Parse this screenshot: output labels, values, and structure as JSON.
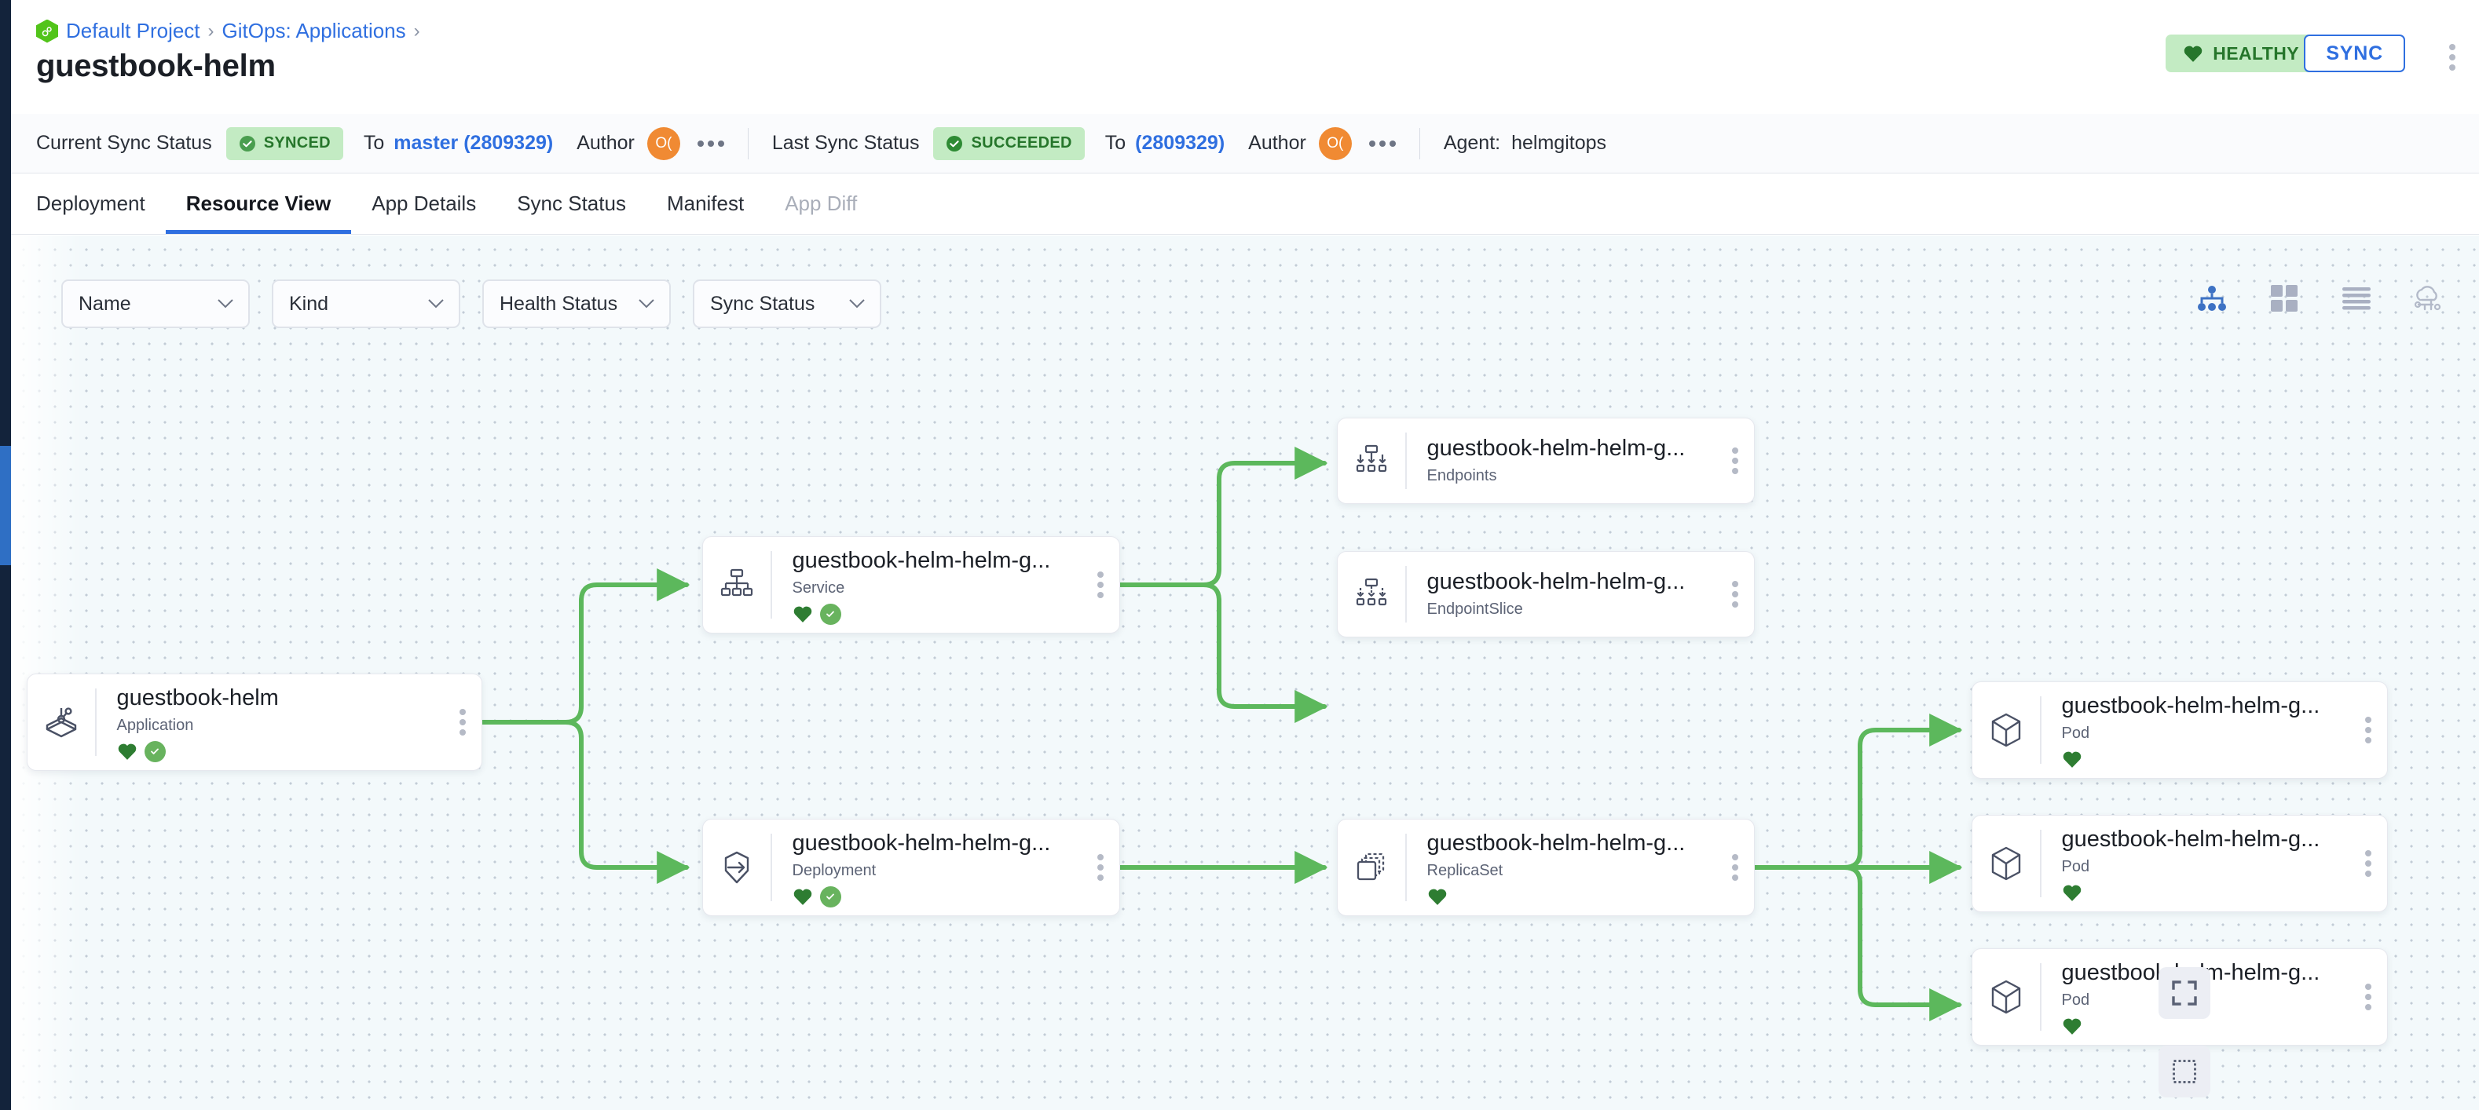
{
  "breadcrumb": {
    "logo_icon": "argo-logo-icon",
    "items": [
      {
        "label": "Default Project"
      },
      {
        "label": "GitOps: Applications"
      }
    ],
    "separator": "›"
  },
  "header": {
    "title": "guestbook-helm",
    "health_badge": {
      "label": "HEALTHY",
      "icon": "heart-icon",
      "bg": "#c3ebc3",
      "fg": "#26762b"
    },
    "sync_button": {
      "label": "SYNC",
      "accent": "#2f6fe0"
    },
    "overflow_icon": "kebab-vertical-icon"
  },
  "statusbar": {
    "current_label": "Current Sync Status",
    "current_chip": "SYNCED",
    "current_to_label": "To",
    "current_revision": "master (2809329)",
    "current_author_label": "Author",
    "current_author_initials": "O(",
    "last_label": "Last Sync Status",
    "last_chip": "SUCCEEDED",
    "last_to_label": "To",
    "last_revision": "(2809329)",
    "last_author_label": "Author",
    "last_author_initials": "O(",
    "agent_label": "Agent:",
    "agent_value": "helmgitops",
    "chip_bg": "#c3ebc3",
    "chip_fg": "#26762b",
    "link_color": "#2f6fe0"
  },
  "tabs": [
    {
      "label": "Deployment",
      "active": false,
      "disabled": false
    },
    {
      "label": "Resource View",
      "active": true,
      "disabled": false
    },
    {
      "label": "App Details",
      "active": false,
      "disabled": false
    },
    {
      "label": "Sync Status",
      "active": false,
      "disabled": false
    },
    {
      "label": "Manifest",
      "active": false,
      "disabled": false
    },
    {
      "label": "App Diff",
      "active": false,
      "disabled": true
    }
  ],
  "filters": [
    {
      "label": "Name",
      "icon": "chevron-down-icon"
    },
    {
      "label": "Kind",
      "icon": "chevron-down-icon"
    },
    {
      "label": "Health Status",
      "icon": "chevron-down-icon"
    },
    {
      "label": "Sync Status",
      "icon": "chevron-down-icon"
    }
  ],
  "view_toggles": [
    {
      "name": "tree-view-icon",
      "active": true
    },
    {
      "name": "grid-view-icon",
      "active": false
    },
    {
      "name": "list-view-icon",
      "active": false
    },
    {
      "name": "network-view-icon",
      "active": false
    }
  ],
  "canvas": {
    "background": "#f3f9fb",
    "edge_color": "#5cb85c",
    "fullscreen_button_icon": "fullscreen-icon",
    "select-region_button_icon": "dashed-square-icon"
  },
  "nodes": [
    {
      "id": "application",
      "icon": "application-icon",
      "title": "guestbook-helm",
      "kind": "Application",
      "healthy": true,
      "synced": true,
      "kebab": "kebab-vertical-icon"
    },
    {
      "id": "service",
      "icon": "service-icon",
      "title": "guestbook-helm-helm-g...",
      "kind": "Service",
      "healthy": true,
      "synced": true,
      "kebab": "kebab-vertical-icon"
    },
    {
      "id": "endpoints",
      "icon": "endpoints-icon",
      "title": "guestbook-helm-helm-g...",
      "kind": "Endpoints",
      "healthy": false,
      "synced": false,
      "kebab": "kebab-vertical-icon"
    },
    {
      "id": "endpointslice",
      "icon": "endpointslice-icon",
      "title": "guestbook-helm-helm-g...",
      "kind": "EndpointSlice",
      "healthy": false,
      "synced": false,
      "kebab": "kebab-vertical-icon"
    },
    {
      "id": "deployment",
      "icon": "deployment-icon",
      "title": "guestbook-helm-helm-g...",
      "kind": "Deployment",
      "healthy": true,
      "synced": true,
      "kebab": "kebab-vertical-icon"
    },
    {
      "id": "replicaset",
      "icon": "replicaset-icon",
      "title": "guestbook-helm-helm-g...",
      "kind": "ReplicaSet",
      "healthy": true,
      "synced": false,
      "kebab": "kebab-vertical-icon"
    },
    {
      "id": "pod-1",
      "icon": "pod-icon",
      "title": "guestbook-helm-helm-g...",
      "kind": "Pod",
      "healthy": true,
      "synced": false,
      "kebab": "kebab-vertical-icon"
    },
    {
      "id": "pod-2",
      "icon": "pod-icon",
      "title": "guestbook-helm-helm-g...",
      "kind": "Pod",
      "healthy": true,
      "synced": false,
      "kebab": "kebab-vertical-icon"
    },
    {
      "id": "pod-3",
      "icon": "pod-icon",
      "title": "guestbook-helm-helm-g...",
      "kind": "Pod",
      "healthy": true,
      "synced": false,
      "kebab": "kebab-vertical-icon"
    }
  ]
}
